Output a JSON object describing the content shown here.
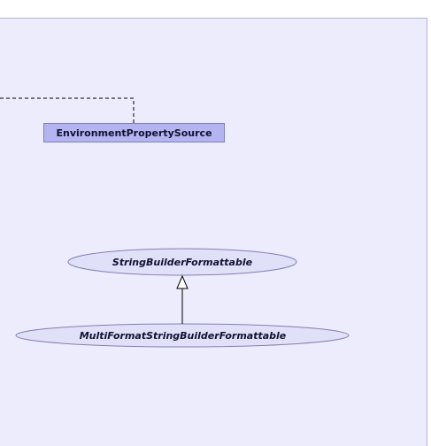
{
  "diagram": {
    "classes": {
      "environment_property_source": "EnvironmentPropertySource"
    },
    "interfaces": {
      "string_builder_formattable": "StringBuilderFormattable",
      "multi_format_string_builder_formattable": "MultiFormatStringBuilderFormattable"
    },
    "colors": {
      "canvas_background": "#ececfc",
      "class_fill": "#b4b4f0",
      "class_border": "#7e7ec6",
      "interface_fill": "#e0e0f8",
      "interface_border": "#8080b4",
      "edge": "#000000"
    }
  }
}
